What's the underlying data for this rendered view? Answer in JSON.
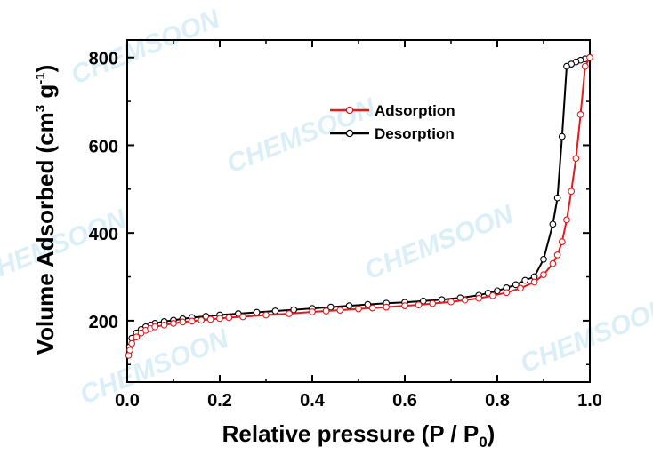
{
  "watermark": "CHEMSOON",
  "chart_data": {
    "type": "line",
    "xlabel": "Relative pressure (P / P",
    "xlabel_sub": "0",
    "xlabel_end": ")",
    "ylabel": "Volume Adsorbed (cm",
    "ylabel_sup1": "3",
    "ylabel_mid": " g",
    "ylabel_sup2": "-1",
    "ylabel_end": ")",
    "xlim": [
      0,
      1.0
    ],
    "ylim": [
      60,
      840
    ],
    "xticks": [
      "0.0",
      "0.2",
      "0.4",
      "0.6",
      "0.8",
      "1.0"
    ],
    "xtick_values": [
      0,
      0.2,
      0.4,
      0.6,
      0.8,
      1.0
    ],
    "yticks": [
      "200",
      "400",
      "600",
      "800"
    ],
    "ytick_values": [
      200,
      400,
      600,
      800
    ],
    "legend_position": "upper-center",
    "grid": false,
    "series": [
      {
        "name": "Adsorption",
        "color": "#e41a1c",
        "marker": "open-circle",
        "x": [
          0.003,
          0.006,
          0.01,
          0.02,
          0.03,
          0.04,
          0.05,
          0.06,
          0.08,
          0.1,
          0.12,
          0.14,
          0.16,
          0.18,
          0.2,
          0.22,
          0.25,
          0.3,
          0.35,
          0.4,
          0.43,
          0.46,
          0.5,
          0.53,
          0.56,
          0.6,
          0.63,
          0.66,
          0.7,
          0.73,
          0.76,
          0.79,
          0.82,
          0.85,
          0.88,
          0.9,
          0.92,
          0.93,
          0.94,
          0.95,
          0.96,
          0.97,
          0.98,
          0.99,
          1.0
        ],
        "y": [
          121,
          133,
          148,
          163,
          172,
          178,
          182,
          186,
          190,
          194,
          197,
          199,
          201,
          203,
          205,
          207,
          209,
          213,
          216,
          220,
          222,
          224,
          227,
          229,
          231,
          234,
          236,
          239,
          243,
          247,
          251,
          257,
          264,
          274,
          288,
          305,
          330,
          350,
          380,
          430,
          495,
          570,
          670,
          780,
          800
        ]
      },
      {
        "name": "Desorption",
        "color": "#000000",
        "marker": "open-circle",
        "x": [
          1.0,
          0.99,
          0.98,
          0.97,
          0.96,
          0.95,
          0.94,
          0.93,
          0.92,
          0.9,
          0.88,
          0.86,
          0.84,
          0.82,
          0.8,
          0.78,
          0.76,
          0.72,
          0.68,
          0.64,
          0.6,
          0.56,
          0.52,
          0.48,
          0.44,
          0.4,
          0.36,
          0.32,
          0.28,
          0.24,
          0.2,
          0.17,
          0.14,
          0.12,
          0.1,
          0.08,
          0.06,
          0.05,
          0.04,
          0.03,
          0.02,
          0.01,
          0.005
        ],
        "y": [
          800,
          797,
          794,
          790,
          785,
          780,
          620,
          480,
          420,
          340,
          300,
          292,
          282,
          275,
          268,
          263,
          258,
          252,
          248,
          245,
          242,
          240,
          237,
          234,
          231,
          228,
          225,
          222,
          219,
          216,
          213,
          210,
          207,
          204,
          201,
          198,
          194,
          190,
          186,
          180,
          172,
          160,
          140
        ]
      }
    ]
  }
}
